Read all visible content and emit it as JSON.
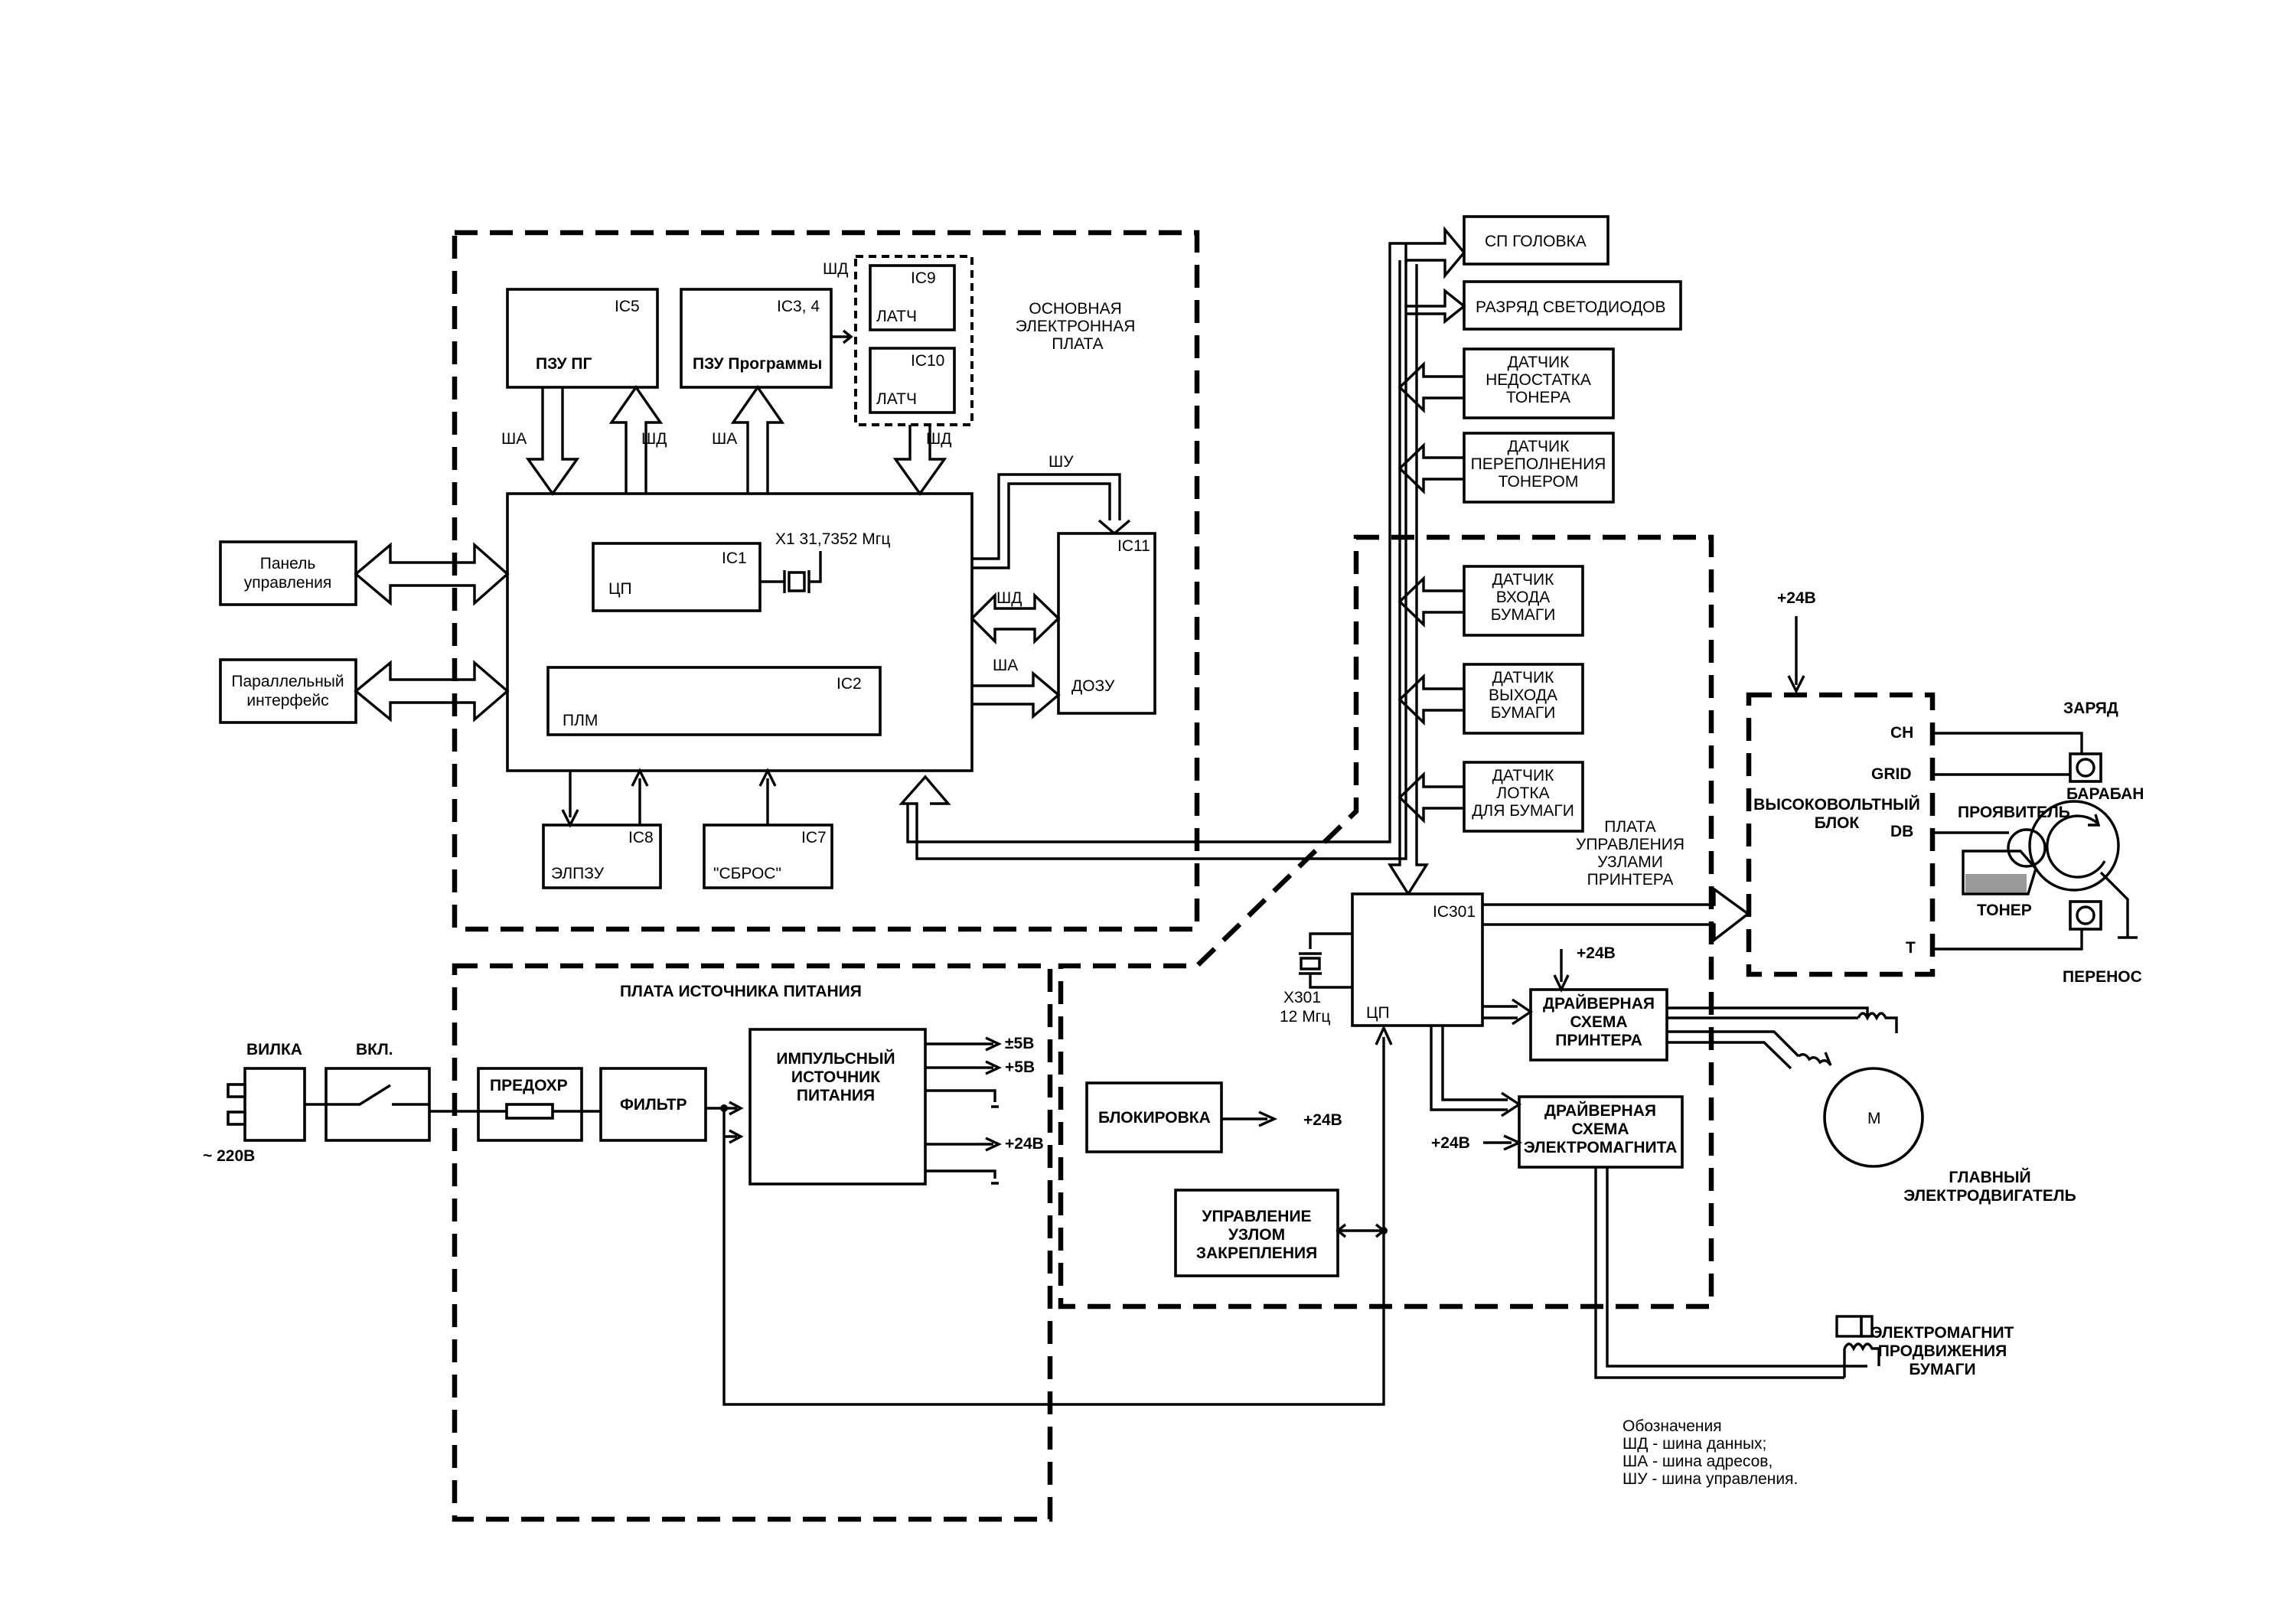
{
  "boards": {
    "main": "ОСНОВНАЯ ЭЛЕКТРОННАЯ ПЛАТА",
    "power": "ПЛАТА ИСТОЧНИКА ПИТАНИЯ",
    "control": "ПЛАТА УПРАВЛЕНИЯ УЗЛАМИ ПРИНТЕРА"
  },
  "chips": {
    "ic5_ref": "IC5",
    "ic5_name": "ПЗУ ПГ",
    "ic34_ref": "IC3, 4",
    "ic34_name": "ПЗУ Программы",
    "ic9_ref": "IC9",
    "ic9_name": "ЛАТЧ",
    "ic10_ref": "IC10",
    "ic10_name": "ЛАТЧ",
    "ic1_ref": "IC1",
    "ic1_name": "ЦП",
    "x1": "X1 31,7352 Мгц",
    "ic2_ref": "IC2",
    "ic2_name": "ПЛМ",
    "ic11_ref": "IC11",
    "ic11_name": "ДОЗУ",
    "ic8_ref": "IC8",
    "ic8_name": "ЭЛПЗУ",
    "ic7_ref": "IC7",
    "ic7_name": "\"СБРОС\"",
    "ic301_ref": "IC301",
    "ic301_name": "ЦП",
    "x301": "X301",
    "x301_freq": "12 Мгц"
  },
  "buses": {
    "data": "ШД",
    "addr": "ША",
    "ctrl": "ШУ"
  },
  "external": {
    "panel": "Панель управления",
    "parallel": "Параллельный интерфейс"
  },
  "sensors": {
    "head": "СП ГОЛОВКА",
    "led": "РАЗРЯД СВЕТОДИОДОВ",
    "toner_low": "ДАТЧИК НЕДОСТАТКА ТОНЕРА",
    "toner_full": "ДАТЧИК ПЕРЕПОЛНЕНИЯ ТОНЕРОМ",
    "paper_in": "ДАТЧИК ВХОДА БУМАГИ",
    "paper_out": "ДАТЧИК ВЫХОДА БУМАГИ",
    "tray": "ДАТЧИК ЛОТКА ДЛЯ БУМАГИ"
  },
  "power": {
    "plug": "ВИЛКА",
    "switch": "ВКЛ.",
    "mains": "~ 220В",
    "fuse": "ПРЕДОХР",
    "filter": "ФИЛЬТР",
    "psu": "ИМПУЛЬСНЫЙ ИСТОЧНИК ПИТАНИЯ",
    "out_pm5": "±5В",
    "out_p5": "+5В",
    "out_24": "+24В",
    "lock": "БЛОКИРОВКА",
    "lock_out": "+24В",
    "fuser": "УПРАВЛЕНИЕ УЗЛОМ ЗАКРЕПЛЕНИЯ"
  },
  "drivers": {
    "printer": "ДРАЙВЕРНАЯ СХЕМА ПРИНТЕРА",
    "printer_v": "+24В",
    "magnet": "ДРАЙВЕРНАЯ СХЕМА ЭЛЕКТРОМАГНИТА",
    "magnet_v": "+24В"
  },
  "hv": {
    "v_in": "+24В",
    "block": "ВЫСОКОВОЛЬТНЫЙ БЛОК",
    "ch": "CH",
    "grid": "GRID",
    "db": "DB",
    "t": "T",
    "charge": "ЗАРЯД",
    "drum": "БАРАБАН",
    "developer": "ПРОЯВИТЕЛЬ",
    "toner": "ТОНЕР",
    "transfer": "ПЕРЕНОС"
  },
  "motor": {
    "symbol": "M",
    "label": "ГЛАВНЫЙ ЭЛЕКТРОДВИГАТЕЛЬ"
  },
  "solenoid": {
    "label": "ЭЛЕКТРОМАГНИТ ПРОДВИЖЕНИЯ БУМАГИ"
  },
  "legend": {
    "title": "Обозначения",
    "data": "ШД - шина данных;",
    "addr": "ША - шина адресов,",
    "ctrl": "ШУ - шина управления."
  }
}
